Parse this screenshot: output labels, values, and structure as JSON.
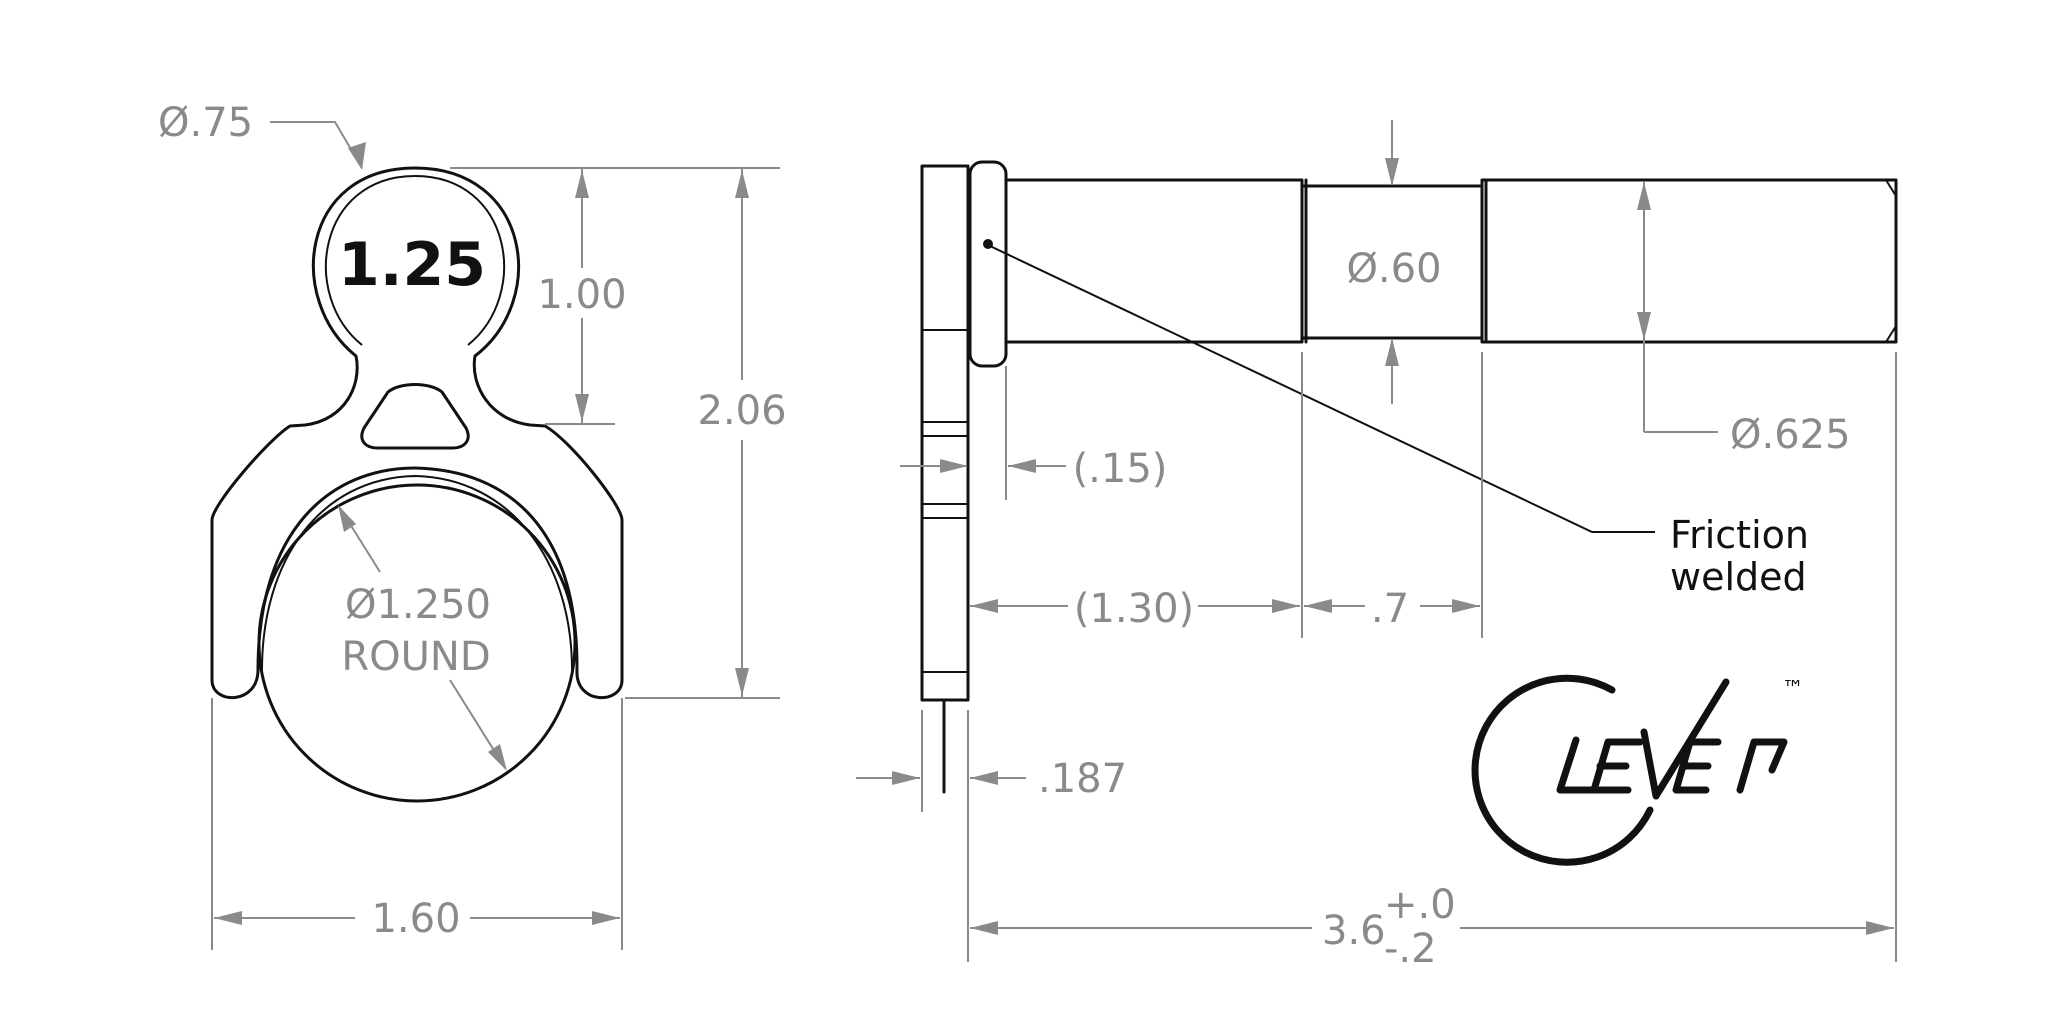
{
  "front_view": {
    "stamp": "1.25",
    "dia_top": "Ø.75",
    "height_upper": "1.00",
    "height_total": "2.06",
    "dia_round_1": "Ø1.250",
    "dia_round_2": "ROUND",
    "width": "1.60"
  },
  "side_view": {
    "dia_mid": "Ø.60",
    "dia_pin": "Ø.625",
    "collar": "(.15)",
    "len_first": "(1.30)",
    "len_mid": ".7",
    "plate": ".187",
    "overall": "3.6",
    "tol_plus": "+.0",
    "tol_minus": "-.2",
    "note_1": "Friction",
    "note_2": "welded"
  },
  "logo": {
    "trademark": "™"
  }
}
